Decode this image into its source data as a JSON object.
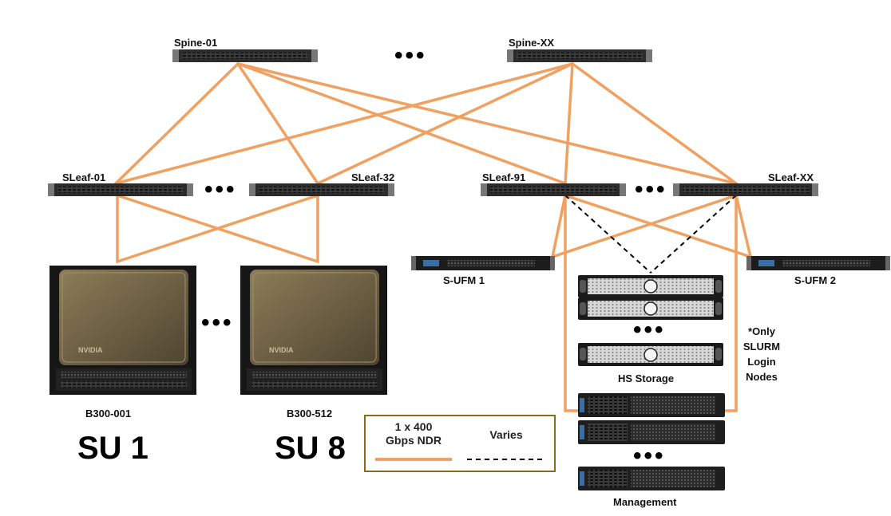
{
  "colors": {
    "ndr_link": "#f0a060",
    "varies_link": "#000000",
    "switch_body": "#2b2b2b",
    "legend_border": "#8a6a1c",
    "gpu_panel": "#8a7a55"
  },
  "spines": [
    "Spine-01",
    "Spine-XX"
  ],
  "leaves": [
    "SLeaf-01",
    "SLeaf-32",
    "SLeaf-91",
    "SLeaf-XX"
  ],
  "ufm": [
    "S-UFM 1",
    "S-UFM 2"
  ],
  "systems": [
    "B300-001",
    "B300-512"
  ],
  "gpu_brand": "NVIDIA",
  "scalable_units": [
    "SU 1",
    "SU 8"
  ],
  "storage_label": "HS Storage",
  "management_label": "Management",
  "note_lines": [
    "*Only",
    "SLURM",
    "Login",
    "Nodes"
  ],
  "ellipsis": "•••",
  "legend": {
    "ndr_line1": "1 x 400",
    "ndr_line2": "Gbps NDR",
    "varies": "Varies"
  }
}
